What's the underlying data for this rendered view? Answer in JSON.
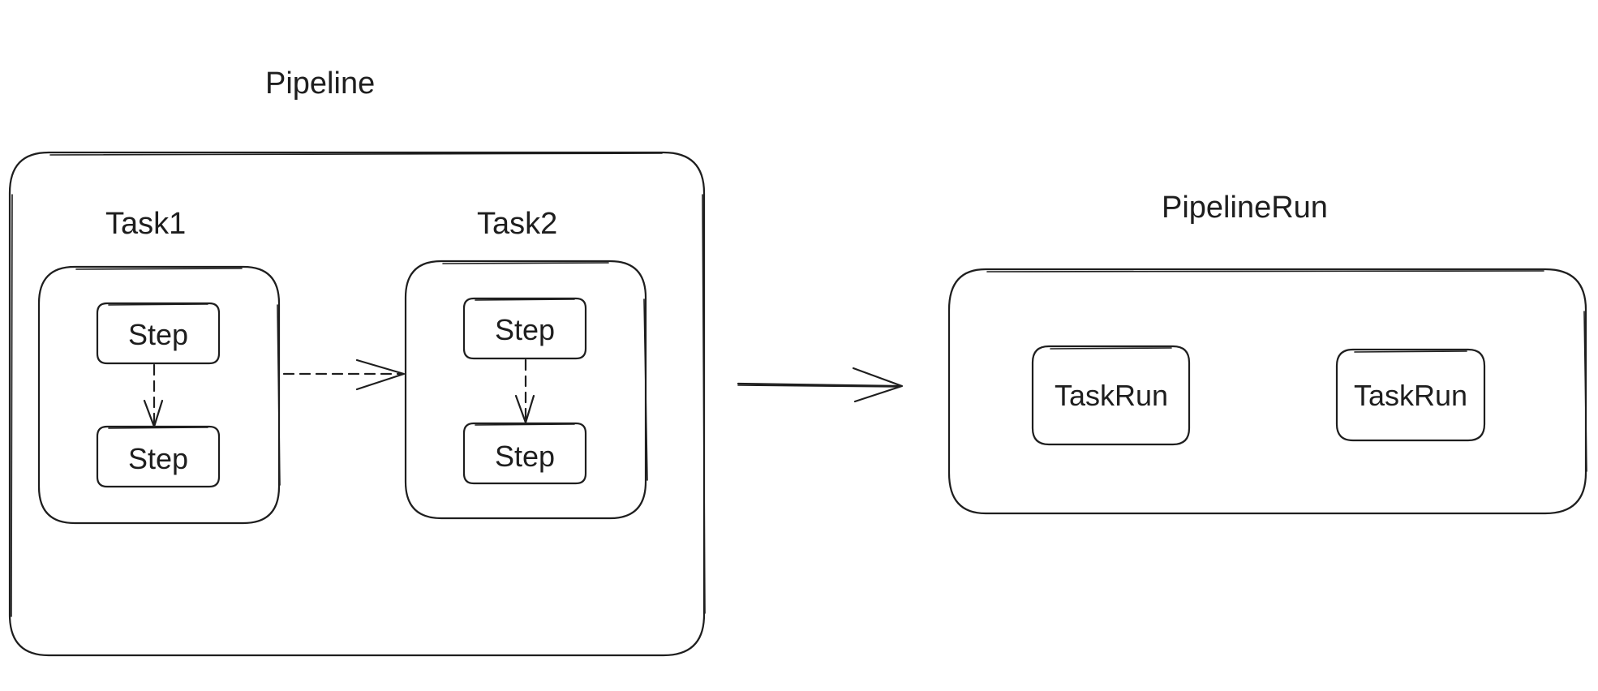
{
  "diagram": {
    "pipeline": {
      "title": "Pipeline",
      "task1": {
        "label": "Task1",
        "step_top": "Step",
        "step_bottom": "Step"
      },
      "task2": {
        "label": "Task2",
        "step_top": "Step",
        "step_bottom": "Step"
      }
    },
    "pipelinerun": {
      "title": "PipelineRun",
      "taskrun_left": "TaskRun",
      "taskrun_right": "TaskRun"
    }
  }
}
